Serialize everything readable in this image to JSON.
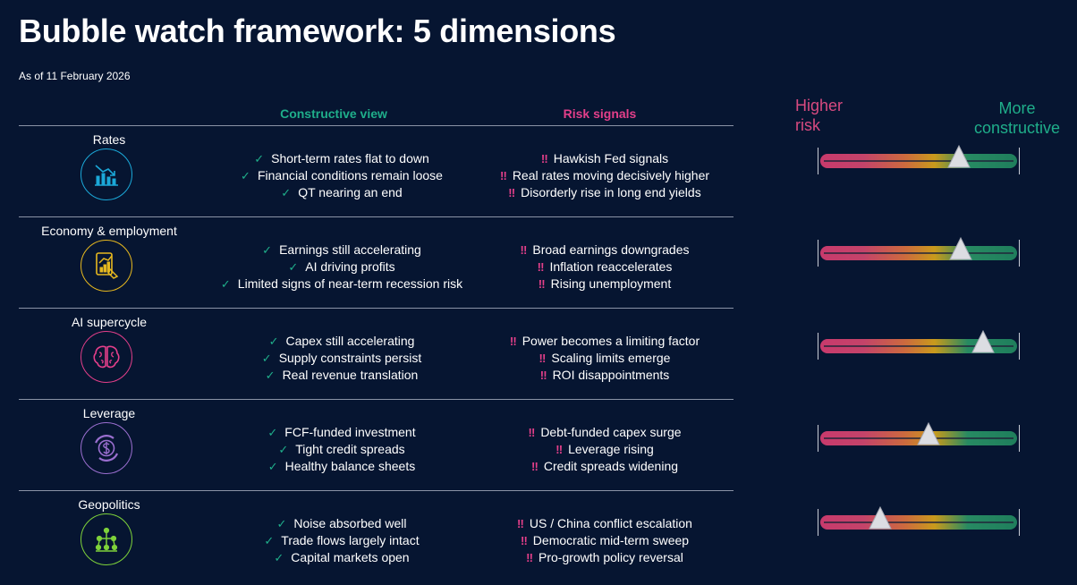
{
  "title": "Bubble watch framework: 5 dimensions",
  "as_of": "As of 11 February 2026",
  "columns": {
    "constructive": "Constructive view",
    "risk": "Risk signals"
  },
  "legend": {
    "high_line1": "Higher",
    "high_line2": "risk",
    "more_line1": "More",
    "more_line2": "constructive"
  },
  "colors": {
    "background": "#061531",
    "constructive": "#1fae8a",
    "risk": "#e43f8a"
  },
  "check_glyph": "✓",
  "risk_glyph": "‼",
  "dimensions": [
    {
      "name": "Rates",
      "icon": "chart-down-icon",
      "icon_color": "#1ba8d8",
      "gauge_position_pct": 70,
      "constructive": [
        "Short-term rates flat to down",
        "Financial conditions remain loose",
        "QT nearing an end"
      ],
      "risks": [
        "Hawkish Fed signals",
        "Real rates moving decisively higher",
        "Disorderly rise in long end yields"
      ]
    },
    {
      "name": "Economy & employment",
      "icon": "growth-report-icon",
      "icon_color": "#e6b81f",
      "gauge_position_pct": 71,
      "constructive": [
        "Earnings still accelerating",
        "AI driving profits",
        "Limited signs of near-term recession risk"
      ],
      "risks": [
        "Broad earnings downgrades",
        "Inflation reaccelerates",
        "Rising unemployment"
      ]
    },
    {
      "name": "AI supercycle",
      "icon": "brain-icon",
      "icon_color": "#e43f8a",
      "gauge_position_pct": 82,
      "constructive": [
        "Capex still accelerating",
        "Supply constraints persist",
        "Real revenue translation"
      ],
      "risks": [
        "Power becomes a limiting factor",
        "Scaling limits emerge",
        "ROI disappointments"
      ]
    },
    {
      "name": "Leverage",
      "icon": "dollar-cycle-icon",
      "icon_color": "#9b6fd0",
      "gauge_position_pct": 55,
      "constructive": [
        "FCF-funded investment",
        "Tight credit spreads",
        "Healthy balance sheets"
      ],
      "risks": [
        "Debt-funded capex surge",
        "Leverage rising",
        "Credit spreads widening"
      ]
    },
    {
      "name": "Geopolitics",
      "icon": "network-people-icon",
      "icon_color": "#7ed23a",
      "gauge_position_pct": 31,
      "constructive": [
        "Noise absorbed well",
        "Trade flows largely intact",
        "Capital markets open"
      ],
      "risks": [
        "US / China conflict escalation",
        "Democratic mid-term sweep",
        "Pro-growth policy reversal"
      ]
    }
  ]
}
